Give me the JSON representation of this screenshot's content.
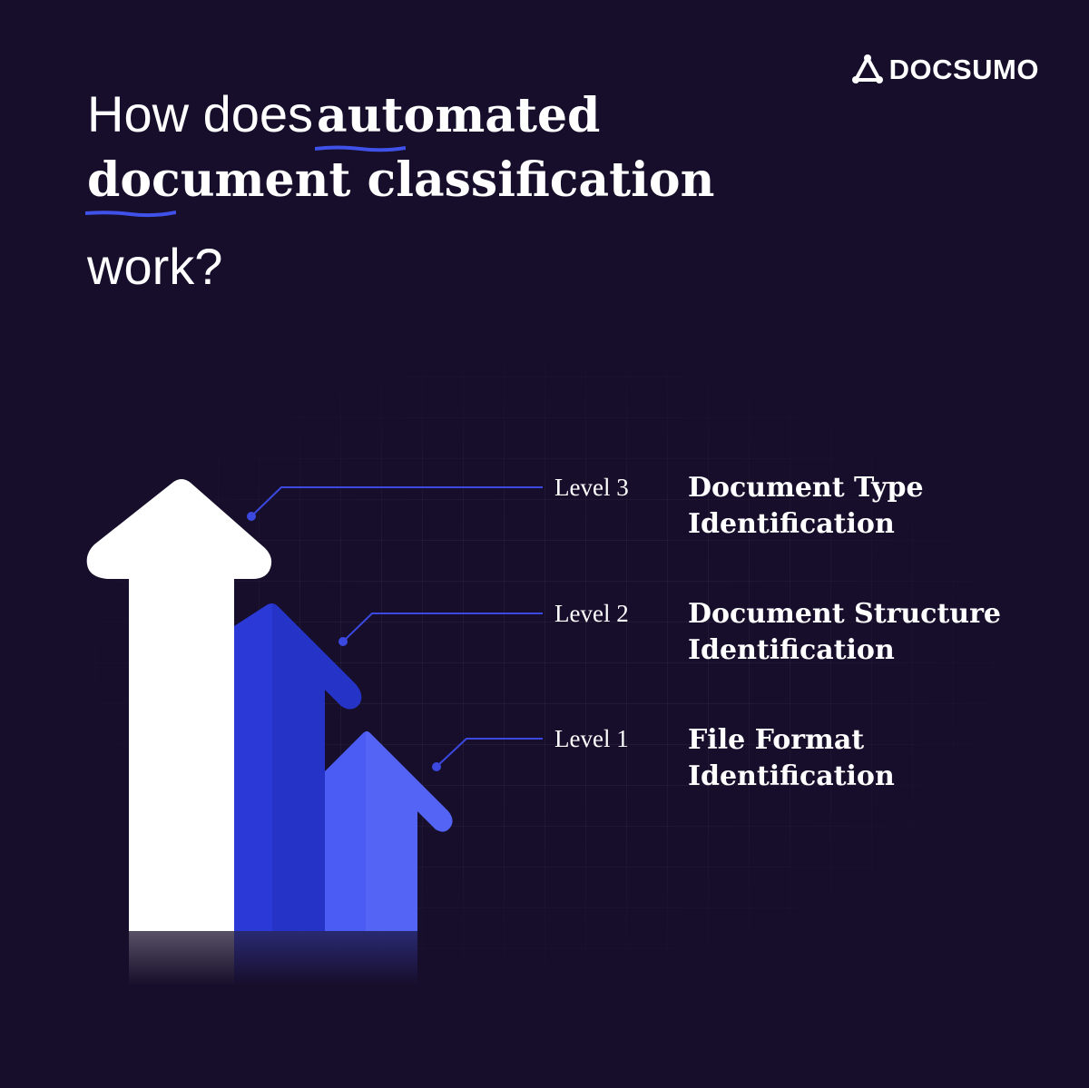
{
  "brand": {
    "name": "DOCSUMO",
    "icon": "docsumo-logo-icon"
  },
  "headline": {
    "line1_plain": "How does",
    "line1_highlight": "automated",
    "line2_highlight": "document classification",
    "line3_plain": "work?"
  },
  "levels": [
    {
      "label": "Level 3",
      "title_line1": "Document Type",
      "title_line2": "Identification"
    },
    {
      "label": "Level 2",
      "title_line1": "Document Structure",
      "title_line2": "Identification"
    },
    {
      "label": "Level 1",
      "title_line1": "File Format",
      "title_line2": "Identification"
    }
  ],
  "colors": {
    "background": "#170e2b",
    "arrow_level3": "#ffffff",
    "arrow_level2": "#2b3ad6",
    "arrow_level1": "#4a5cf4",
    "connector": "#3b49e0",
    "underline": "#3f51e8"
  }
}
